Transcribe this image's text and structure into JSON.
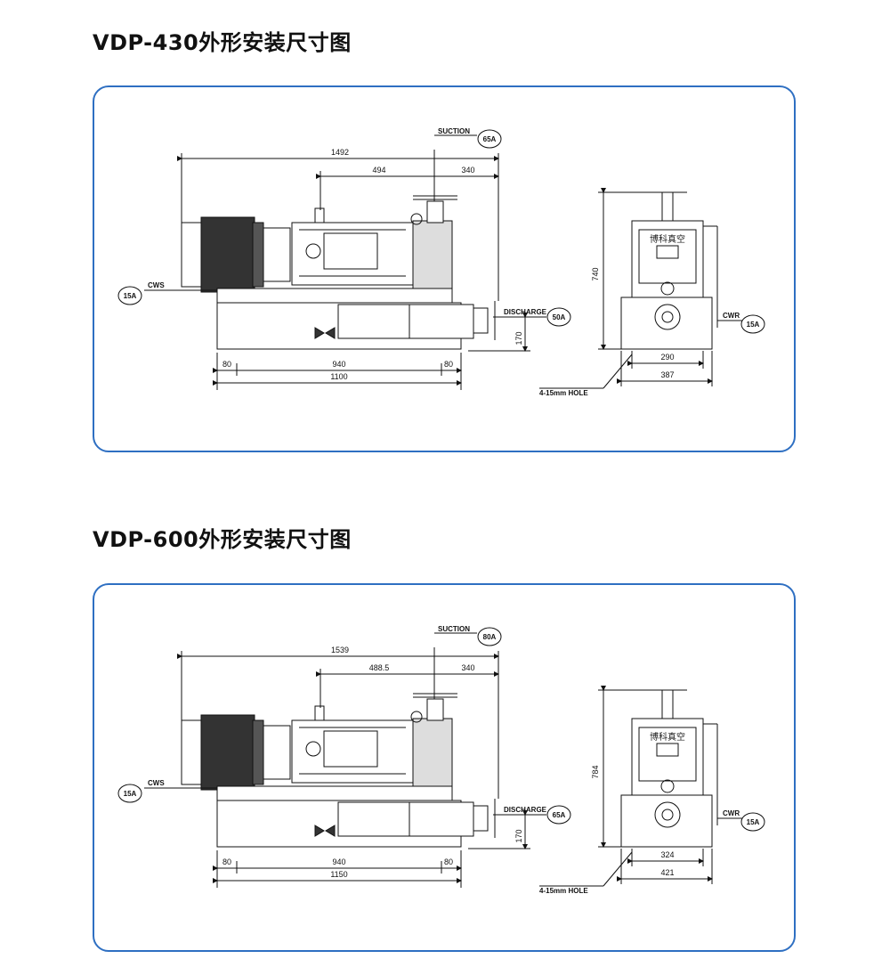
{
  "drawings": [
    {
      "title": "VDP-430外形安装尺寸图",
      "dims": {
        "overall_length": "1492",
        "suction_offset": "494",
        "discharge_offset": "340",
        "height": "740",
        "discharge_height": "170",
        "base_left": "80",
        "base_mid": "940",
        "base_right": "80",
        "base_total": "1100",
        "hole_spacing": "290",
        "base_width": "387"
      },
      "labels": {
        "suction": "SUCTION",
        "suction_size": "65A",
        "discharge": "DISCHARGE",
        "discharge_size": "50A",
        "cws": "CWS",
        "cws_size": "15A",
        "cwr": "CWR",
        "cwr_size": "15A",
        "hole": "4-15mm HOLE",
        "brand": "博科真空"
      }
    },
    {
      "title": "VDP-600外形安装尺寸图",
      "dims": {
        "overall_length": "1539",
        "suction_offset": "488.5",
        "discharge_offset": "340",
        "height": "784",
        "discharge_height": "170",
        "base_left": "80",
        "base_mid": "940",
        "base_right": "80",
        "base_total": "1150",
        "hole_spacing": "324",
        "base_width": "421"
      },
      "labels": {
        "suction": "SUCTION",
        "suction_size": "80A",
        "discharge": "DISCHARGE",
        "discharge_size": "65A",
        "cws": "CWS",
        "cws_size": "15A",
        "cwr": "CWR",
        "cwr_size": "15A",
        "hole": "4-15mm HOLE",
        "brand": "博科真空"
      }
    }
  ]
}
